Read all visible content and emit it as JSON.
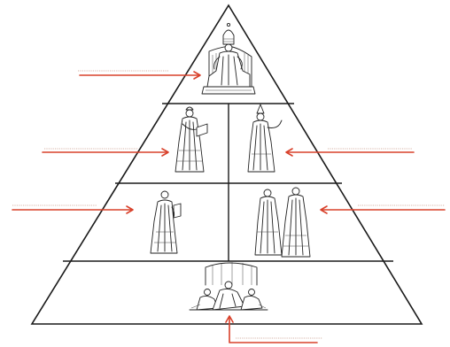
{
  "diagram": {
    "tiers": [
      "tier-1",
      "tier-2",
      "tier-3",
      "tier-4"
    ],
    "colors": {
      "outline": "#1a1a1a",
      "arrow": "#d8402a",
      "blank_line": "#c99a8a"
    }
  }
}
